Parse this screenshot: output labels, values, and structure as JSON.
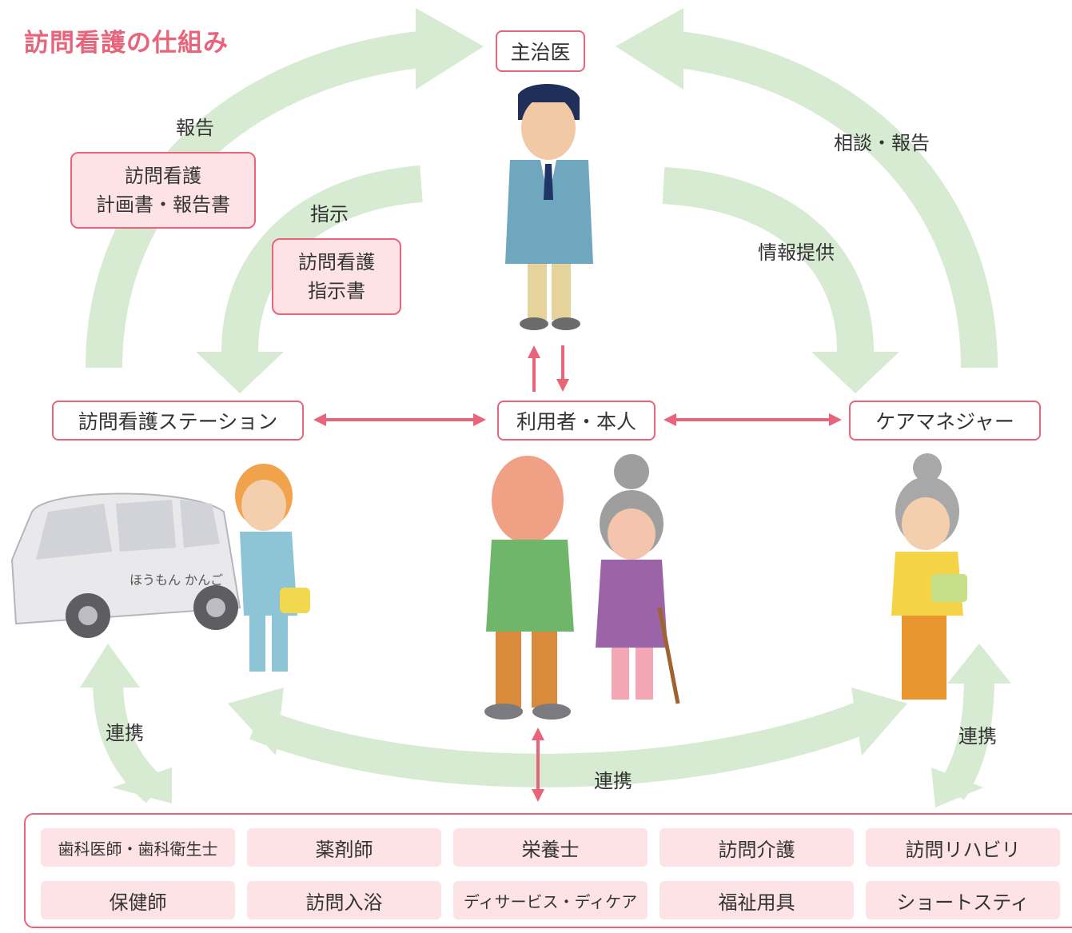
{
  "title": "訪問看護の仕組み",
  "nodes": {
    "doctor": "主治医",
    "station": "訪問看護ステーション",
    "user": "利用者・本人",
    "care_manager": "ケアマネジャー"
  },
  "documents": {
    "report_doc": [
      "訪問看護",
      "計画書・報告書"
    ],
    "instruction_doc": [
      "訪問看護",
      "指示書"
    ]
  },
  "flow_labels": {
    "report": "報告",
    "instruction": "指示",
    "consult_report": "相談・報告",
    "info_provision": "情報提供",
    "cooperation_left": "連携",
    "cooperation_center": "連携",
    "cooperation_right": "連携"
  },
  "illustrations": {
    "van_text": "ほうもん かんご"
  },
  "services": {
    "row1": [
      "歯科医師・歯科衛生士",
      "薬剤師",
      "栄養士",
      "訪問介護",
      "訪問リハビリ"
    ],
    "row2": [
      "保健師",
      "訪問入浴",
      "ディサービス・ディケア",
      "福祉用具",
      "ショートスティ"
    ]
  },
  "colors": {
    "accent": "#e8647a",
    "green_arrow": "#d6ebd1",
    "pink_fill": "#fde3e6"
  }
}
